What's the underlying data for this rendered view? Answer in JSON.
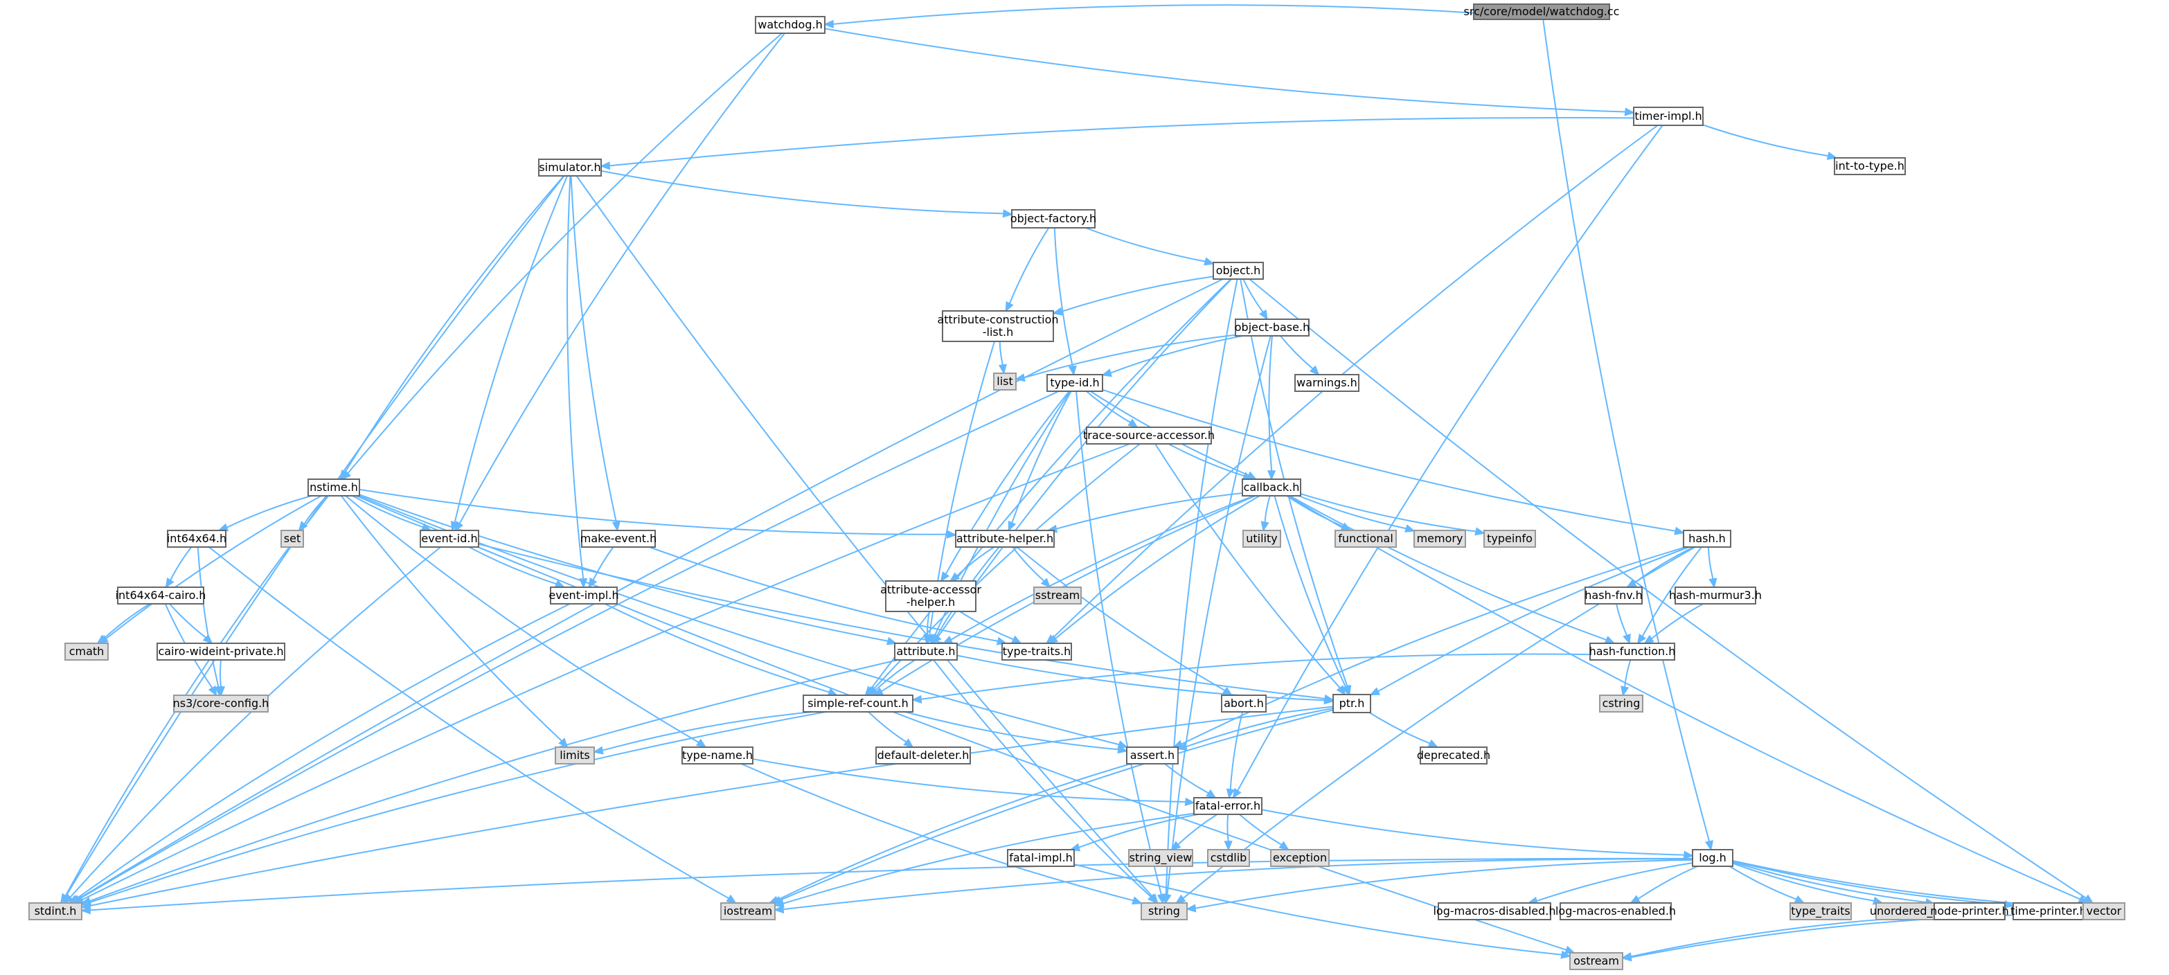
{
  "diagram": {
    "type": "include-dependency-graph",
    "root": "src/core/model/watchdog.cc",
    "colors": {
      "edge": "#63b8ff",
      "node_border": "#666666",
      "project_fill": "#ffffff",
      "root_fill": "#999999",
      "system_fill": "#e0e0e0",
      "system_border": "#999999",
      "text": "#000000"
    },
    "nodes": [
      {
        "id": "watchdog_cc",
        "label": "src/core/model/watchdog.cc",
        "kind": "root"
      },
      {
        "id": "watchdog_h",
        "label": "watchdog.h",
        "kind": "project"
      },
      {
        "id": "timer_impl_h",
        "label": "timer-impl.h",
        "kind": "project"
      },
      {
        "id": "int_to_type_h",
        "label": "int-to-type.h",
        "kind": "project"
      },
      {
        "id": "simulator_h",
        "label": "simulator.h",
        "kind": "project"
      },
      {
        "id": "object_factory_h",
        "label": "object-factory.h",
        "kind": "project"
      },
      {
        "id": "object_h",
        "label": "object.h",
        "kind": "project"
      },
      {
        "id": "attr_construction_h",
        "label": "attribute-construction\n-list.h",
        "kind": "project"
      },
      {
        "id": "object_base_h",
        "label": "object-base.h",
        "kind": "project"
      },
      {
        "id": "list",
        "label": "list",
        "kind": "system"
      },
      {
        "id": "type_id_h",
        "label": "type-id.h",
        "kind": "project"
      },
      {
        "id": "warnings_h",
        "label": "warnings.h",
        "kind": "project"
      },
      {
        "id": "trace_source_h",
        "label": "trace-source-accessor.h",
        "kind": "project"
      },
      {
        "id": "callback_h",
        "label": "callback.h",
        "kind": "project"
      },
      {
        "id": "nstime_h",
        "label": "nstime.h",
        "kind": "project"
      },
      {
        "id": "int64x64_h",
        "label": "int64x64.h",
        "kind": "project"
      },
      {
        "id": "set",
        "label": "set",
        "kind": "system"
      },
      {
        "id": "event_id_h",
        "label": "event-id.h",
        "kind": "project"
      },
      {
        "id": "make_event_h",
        "label": "make-event.h",
        "kind": "project"
      },
      {
        "id": "attr_helper_h",
        "label": "attribute-helper.h",
        "kind": "project"
      },
      {
        "id": "utility",
        "label": "utility",
        "kind": "system"
      },
      {
        "id": "functional",
        "label": "functional",
        "kind": "system"
      },
      {
        "id": "memory",
        "label": "memory",
        "kind": "system"
      },
      {
        "id": "typeinfo",
        "label": "typeinfo",
        "kind": "system"
      },
      {
        "id": "hash_h",
        "label": "hash.h",
        "kind": "project"
      },
      {
        "id": "int64x64_cairo_h",
        "label": "int64x64-cairo.h",
        "kind": "project"
      },
      {
        "id": "event_impl_h",
        "label": "event-impl.h",
        "kind": "project"
      },
      {
        "id": "sstream",
        "label": "sstream",
        "kind": "system"
      },
      {
        "id": "attr_accessor_h",
        "label": "attribute-accessor\n-helper.h",
        "kind": "project"
      },
      {
        "id": "hash_fnv_h",
        "label": "hash-fnv.h",
        "kind": "project"
      },
      {
        "id": "hash_murmur3_h",
        "label": "hash-murmur3.h",
        "kind": "project"
      },
      {
        "id": "cmath",
        "label": "cmath",
        "kind": "system"
      },
      {
        "id": "cairo_wideint_h",
        "label": "cairo-wideint-private.h",
        "kind": "project"
      },
      {
        "id": "attribute_h",
        "label": "attribute.h",
        "kind": "project"
      },
      {
        "id": "type_traits_h",
        "label": "type-traits.h",
        "kind": "project"
      },
      {
        "id": "hash_function_h",
        "label": "hash-function.h",
        "kind": "project"
      },
      {
        "id": "ns3_core_config_h",
        "label": "ns3/core-config.h",
        "kind": "system"
      },
      {
        "id": "simple_ref_count_h",
        "label": "simple-ref-count.h",
        "kind": "project"
      },
      {
        "id": "abort_h",
        "label": "abort.h",
        "kind": "project"
      },
      {
        "id": "ptr_h",
        "label": "ptr.h",
        "kind": "project"
      },
      {
        "id": "cstring",
        "label": "cstring",
        "kind": "system"
      },
      {
        "id": "limits",
        "label": "limits",
        "kind": "system"
      },
      {
        "id": "type_name_h",
        "label": "type-name.h",
        "kind": "project"
      },
      {
        "id": "default_deleter_h",
        "label": "default-deleter.h",
        "kind": "project"
      },
      {
        "id": "assert_h",
        "label": "assert.h",
        "kind": "project"
      },
      {
        "id": "deprecated_h",
        "label": "deprecated.h",
        "kind": "project"
      },
      {
        "id": "fatal_error_h",
        "label": "fatal-error.h",
        "kind": "project"
      },
      {
        "id": "string_view",
        "label": "string_view",
        "kind": "system"
      },
      {
        "id": "cstdlib",
        "label": "cstdlib",
        "kind": "system"
      },
      {
        "id": "exception",
        "label": "exception",
        "kind": "system"
      },
      {
        "id": "fatal_impl_h",
        "label": "fatal-impl.h",
        "kind": "project"
      },
      {
        "id": "log_h",
        "label": "log.h",
        "kind": "project"
      },
      {
        "id": "stdint_h",
        "label": "stdint.h",
        "kind": "system"
      },
      {
        "id": "iostream",
        "label": "iostream",
        "kind": "system"
      },
      {
        "id": "string",
        "label": "string",
        "kind": "system"
      },
      {
        "id": "log_macros_disabled_h",
        "label": "log-macros-disabled.h",
        "kind": "project"
      },
      {
        "id": "log_macros_enabled_h",
        "label": "log-macros-enabled.h",
        "kind": "project"
      },
      {
        "id": "type_traits",
        "label": "type_traits",
        "kind": "system"
      },
      {
        "id": "unordered_map",
        "label": "unordered_map",
        "kind": "system"
      },
      {
        "id": "node_printer_h",
        "label": "node-printer.h",
        "kind": "project"
      },
      {
        "id": "time_printer_h",
        "label": "time-printer.h",
        "kind": "project"
      },
      {
        "id": "vector",
        "label": "vector",
        "kind": "system"
      },
      {
        "id": "ostream",
        "label": "ostream",
        "kind": "system"
      }
    ],
    "edges": [
      [
        "watchdog_cc",
        "watchdog_h"
      ],
      [
        "watchdog_cc",
        "log_h"
      ],
      [
        "watchdog_h",
        "nstime_h"
      ],
      [
        "watchdog_h",
        "event_id_h"
      ],
      [
        "watchdog_h",
        "timer_impl_h"
      ],
      [
        "timer_impl_h",
        "simulator_h"
      ],
      [
        "timer_impl_h",
        "int_to_type_h"
      ],
      [
        "timer_impl_h",
        "type_traits_h"
      ],
      [
        "timer_impl_h",
        "fatal_error_h"
      ],
      [
        "simulator_h",
        "object_factory_h"
      ],
      [
        "simulator_h",
        "nstime_h"
      ],
      [
        "simulator_h",
        "event_id_h"
      ],
      [
        "simulator_h",
        "event_impl_h"
      ],
      [
        "simulator_h",
        "make_event_h"
      ],
      [
        "simulator_h",
        "stdint_h"
      ],
      [
        "simulator_h",
        "string"
      ],
      [
        "object_factory_h",
        "object_h"
      ],
      [
        "object_factory_h",
        "attr_construction_h"
      ],
      [
        "object_factory_h",
        "type_id_h"
      ],
      [
        "object_h",
        "object_base_h"
      ],
      [
        "object_h",
        "attr_construction_h"
      ],
      [
        "object_h",
        "simple_ref_count_h"
      ],
      [
        "object_h",
        "ptr_h"
      ],
      [
        "object_h",
        "attribute_h"
      ],
      [
        "object_h",
        "stdint_h"
      ],
      [
        "object_h",
        "string"
      ],
      [
        "object_h",
        "vector"
      ],
      [
        "attr_construction_h",
        "attribute_h"
      ],
      [
        "attr_construction_h",
        "list"
      ],
      [
        "object_base_h",
        "type_id_h"
      ],
      [
        "object_base_h",
        "callback_h"
      ],
      [
        "object_base_h",
        "warnings_h"
      ],
      [
        "object_base_h",
        "list"
      ],
      [
        "object_base_h",
        "string"
      ],
      [
        "type_id_h",
        "attribute_h"
      ],
      [
        "type_id_h",
        "attr_accessor_h"
      ],
      [
        "type_id_h",
        "attr_helper_h"
      ],
      [
        "type_id_h",
        "callback_h"
      ],
      [
        "type_id_h",
        "trace_source_h"
      ],
      [
        "type_id_h",
        "hash_h"
      ],
      [
        "type_id_h",
        "stdint_h"
      ],
      [
        "type_id_h",
        "string"
      ],
      [
        "trace_source_h",
        "callback_h"
      ],
      [
        "trace_source_h",
        "ptr_h"
      ],
      [
        "trace_source_h",
        "simple_ref_count_h"
      ],
      [
        "trace_source_h",
        "stdint_h"
      ],
      [
        "callback_h",
        "attribute_h"
      ],
      [
        "callback_h",
        "attr_helper_h"
      ],
      [
        "callback_h",
        "simple_ref_count_h"
      ],
      [
        "callback_h",
        "ptr_h"
      ],
      [
        "callback_h",
        "type_traits_h"
      ],
      [
        "callback_h",
        "hash_function_h"
      ],
      [
        "callback_h",
        "utility"
      ],
      [
        "callback_h",
        "functional"
      ],
      [
        "callback_h",
        "memory"
      ],
      [
        "callback_h",
        "typeinfo"
      ],
      [
        "callback_h",
        "vector"
      ],
      [
        "nstime_h",
        "int64x64_h"
      ],
      [
        "nstime_h",
        "set"
      ],
      [
        "nstime_h",
        "event_id_h"
      ],
      [
        "nstime_h",
        "attr_helper_h"
      ],
      [
        "nstime_h",
        "attribute_h"
      ],
      [
        "nstime_h",
        "assert_h"
      ],
      [
        "nstime_h",
        "type_name_h"
      ],
      [
        "nstime_h",
        "cmath"
      ],
      [
        "nstime_h",
        "limits"
      ],
      [
        "nstime_h",
        "ostream"
      ],
      [
        "nstime_h",
        "stdint_h"
      ],
      [
        "int64x64_h",
        "int64x64_cairo_h"
      ],
      [
        "int64x64_h",
        "ns3_core_config_h"
      ],
      [
        "int64x64_h",
        "iostream"
      ],
      [
        "int64x64_cairo_h",
        "cmath"
      ],
      [
        "int64x64_cairo_h",
        "cairo_wideint_h"
      ],
      [
        "int64x64_cairo_h",
        "ns3_core_config_h"
      ],
      [
        "cairo_wideint_h",
        "ns3_core_config_h"
      ],
      [
        "event_id_h",
        "event_impl_h"
      ],
      [
        "event_id_h",
        "ptr_h"
      ],
      [
        "event_id_h",
        "stdint_h"
      ],
      [
        "make_event_h",
        "event_impl_h"
      ],
      [
        "make_event_h",
        "type_traits_h"
      ],
      [
        "event_impl_h",
        "simple_ref_count_h"
      ],
      [
        "event_impl_h",
        "stdint_h"
      ],
      [
        "attr_helper_h",
        "abort_h"
      ],
      [
        "attr_helper_h",
        "attr_accessor_h"
      ],
      [
        "attr_helper_h",
        "attribute_h"
      ],
      [
        "attr_helper_h",
        "sstream"
      ],
      [
        "attr_accessor_h",
        "attribute_h"
      ],
      [
        "attr_accessor_h",
        "type_traits_h"
      ],
      [
        "attribute_h",
        "ptr_h"
      ],
      [
        "attribute_h",
        "simple_ref_count_h"
      ],
      [
        "attribute_h",
        "string"
      ],
      [
        "attribute_h",
        "stdint_h"
      ],
      [
        "hash_h",
        "assert_h"
      ],
      [
        "hash_h",
        "hash_fnv_h"
      ],
      [
        "hash_h",
        "hash_murmur3_h"
      ],
      [
        "hash_h",
        "hash_function_h"
      ],
      [
        "hash_h",
        "ptr_h"
      ],
      [
        "hash_h",
        "string"
      ],
      [
        "hash_fnv_h",
        "hash_function_h"
      ],
      [
        "hash_murmur3_h",
        "hash_function_h"
      ],
      [
        "hash_function_h",
        "simple_ref_count_h"
      ],
      [
        "hash_function_h",
        "cstring"
      ],
      [
        "simple_ref_count_h",
        "assert_h"
      ],
      [
        "simple_ref_count_h",
        "default_deleter_h"
      ],
      [
        "simple_ref_count_h",
        "limits"
      ],
      [
        "simple_ref_count_h",
        "stdint_h"
      ],
      [
        "abort_h",
        "fatal_error_h"
      ],
      [
        "ptr_h",
        "assert_h"
      ],
      [
        "ptr_h",
        "deprecated_h"
      ],
      [
        "ptr_h",
        "iostream"
      ],
      [
        "ptr_h",
        "stdint_h"
      ],
      [
        "type_name_h",
        "fatal_error_h"
      ],
      [
        "type_name_h",
        "string"
      ],
      [
        "assert_h",
        "fatal_error_h"
      ],
      [
        "assert_h",
        "iostream"
      ],
      [
        "fatal_error_h",
        "fatal_impl_h"
      ],
      [
        "fatal_error_h",
        "log_h"
      ],
      [
        "fatal_error_h",
        "iostream"
      ],
      [
        "fatal_error_h",
        "string_view"
      ],
      [
        "fatal_error_h",
        "cstdlib"
      ],
      [
        "fatal_error_h",
        "exception"
      ],
      [
        "fatal_impl_h",
        "ostream"
      ],
      [
        "log_h",
        "log_macros_disabled_h"
      ],
      [
        "log_h",
        "log_macros_enabled_h"
      ],
      [
        "log_h",
        "node_printer_h"
      ],
      [
        "log_h",
        "time_printer_h"
      ],
      [
        "log_h",
        "iostream"
      ],
      [
        "log_h",
        "stdint_h"
      ],
      [
        "log_h",
        "string"
      ],
      [
        "log_h",
        "type_traits"
      ],
      [
        "log_h",
        "unordered_map"
      ],
      [
        "log_h",
        "vector"
      ],
      [
        "node_printer_h",
        "ostream"
      ],
      [
        "time_printer_h",
        "ostream"
      ]
    ]
  }
}
